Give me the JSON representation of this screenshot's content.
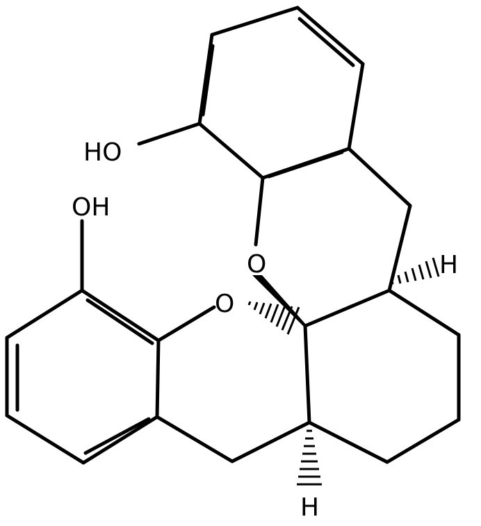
{
  "structure": {
    "atom_labels": {
      "hydroxyl_upper": "HO",
      "hydroxyl_lower": "OH",
      "ether_oxygen_upper": "O",
      "ether_oxygen_lower": "O",
      "hydrogen_right": "H",
      "hydrogen_bottom": "H"
    },
    "colors": {
      "bond": "#000000",
      "label": "#000000",
      "background": "#ffffff"
    }
  }
}
